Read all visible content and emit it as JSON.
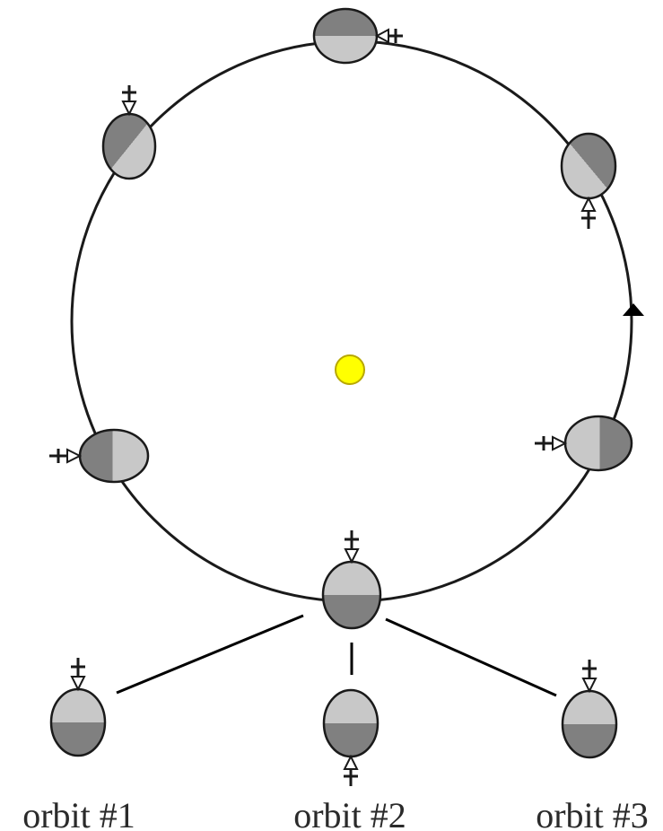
{
  "colors": {
    "light": "#c8c8c8",
    "dark": "#808080",
    "outline": "#1a1a1a",
    "line": "#000000",
    "sun": "#ffff00",
    "background": "#ffffff"
  },
  "labels": {
    "orbit1": "orbit #1",
    "orbit2": "orbit #2",
    "orbit3": "orbit #3"
  },
  "icons": [
    "sun-icon",
    "probe-icon",
    "terminator-arrow-icon"
  ]
}
